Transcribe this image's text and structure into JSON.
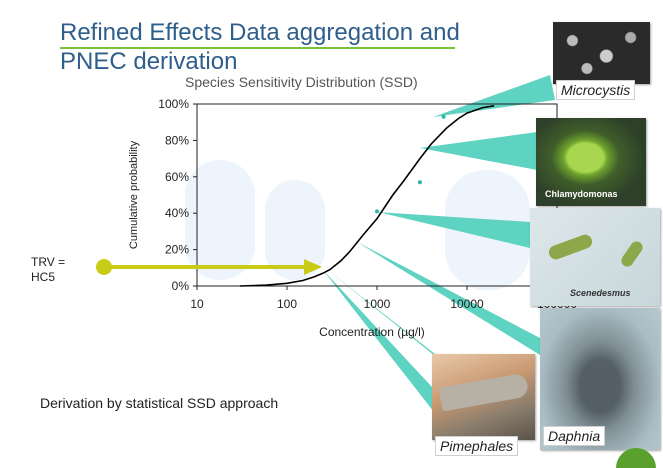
{
  "slide": {
    "title_line1": "Refined Effects Data aggregation and",
    "title_line2": "PNEC derivation",
    "trv_line1": "TRV =",
    "trv_line2": "HC5",
    "bottom_text": "Derivation by statistical SSD approach"
  },
  "species": [
    {
      "name": "Microcystis",
      "caption": "Microcystis"
    },
    {
      "name": "Chlamydomonas",
      "caption": "Chlamydomonas"
    },
    {
      "name": "Scenedesmus",
      "caption": "Scenedesmus"
    },
    {
      "name": "Daphnia",
      "caption": "Daphnia"
    },
    {
      "name": "Pimephales",
      "caption": "Pimephales"
    }
  ],
  "colors": {
    "title": "#2e5e8c",
    "title_underline": "#7bbf3a",
    "callout": "#5fd3c1",
    "arrow": "#c8cc17",
    "curve": "#000000",
    "points": "#2fb5a8"
  },
  "chart_data": {
    "type": "line",
    "title": "Species Sensitivity Distribution (SSD)",
    "xlabel": "Concentration (µg/l)",
    "ylabel": "Cumulative probability",
    "x_scale": "log",
    "xlim": [
      10,
      100000
    ],
    "ylim": [
      0,
      100
    ],
    "x_ticks": [
      10,
      100,
      1000,
      10000,
      100000
    ],
    "x_tick_labels": [
      "10",
      "100",
      "1000",
      "10000",
      "100000"
    ],
    "y_ticks": [
      0,
      20,
      40,
      60,
      80,
      100
    ],
    "y_tick_labels": [
      "0%",
      "20%",
      "40%",
      "60%",
      "80%",
      "100%"
    ],
    "grid": false,
    "series": [
      {
        "type": "line",
        "x": [
          30,
          60,
          100,
          150,
          200,
          250,
          300,
          400,
          500,
          700,
          1000,
          1500,
          2000,
          3000,
          4000,
          5000,
          6000,
          8000,
          10000,
          15000,
          20000
        ],
        "y": [
          0,
          0.5,
          1.5,
          3,
          5,
          7,
          9,
          14,
          19,
          28,
          37,
          50,
          58,
          70,
          78,
          83,
          87,
          92,
          95,
          98,
          99
        ]
      },
      {
        "type": "scatter",
        "x": [
          1000,
          3000,
          5500
        ],
        "y": [
          41,
          57,
          93
        ]
      }
    ],
    "annotations": [
      {
        "text": "TRV = HC5",
        "x": 300,
        "y": 10
      }
    ]
  }
}
